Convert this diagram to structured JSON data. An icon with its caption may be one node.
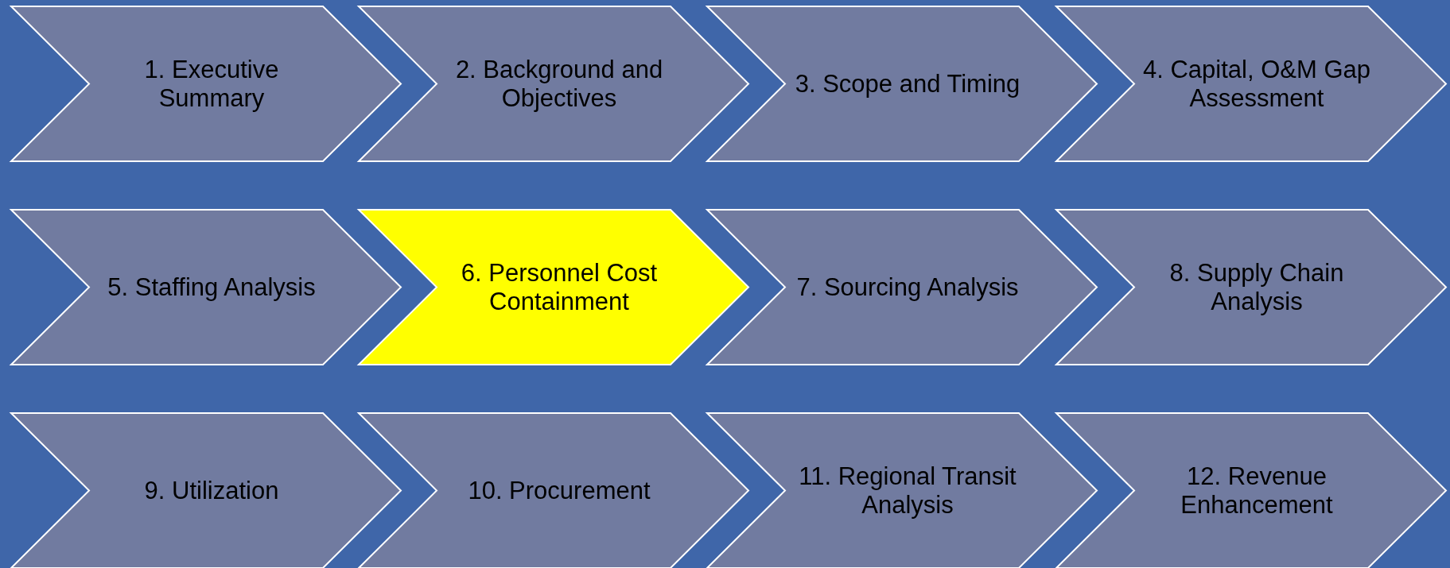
{
  "diagram": {
    "nodes": [
      {
        "text": [
          "1. Executive Summary"
        ]
      },
      {
        "text": [
          "2. Background and Objectives"
        ]
      },
      {
        "text": [
          "3. Scope and Timing"
        ]
      },
      {
        "text": [
          "4. Capital, O&M Gap Assessment"
        ]
      },
      {
        "text": [
          "5. Staffing Analysis"
        ]
      },
      {
        "text": [
          "6. Personnel Cost Containment"
        ]
      },
      {
        "text": [
          "7. Sourcing Analysis"
        ]
      },
      {
        "text": [
          "8. Supply Chain Analysis"
        ]
      },
      {
        "text": [
          "9. Utilization"
        ]
      },
      {
        "text": [
          "10. Procurement"
        ]
      },
      {
        "text": [
          "11. Regional Transit Analysis"
        ]
      },
      {
        "text": [
          "12. Revenue Enhancement"
        ]
      }
    ]
  }
}
